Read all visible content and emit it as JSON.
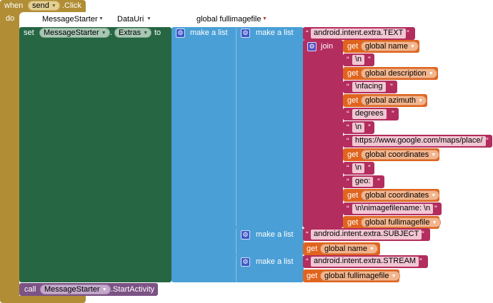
{
  "event": {
    "when_label": "when",
    "component": "send",
    "event_name": ".Click",
    "do_label": "do"
  },
  "header_row": {
    "col1": "MessageStarter",
    "col2": "DataUri",
    "col3": "global fullimagefile"
  },
  "set_block": {
    "set_label": "set",
    "component": "MessageStarter",
    "dot": ".",
    "property": "Extras",
    "to_label": "to"
  },
  "outer_list": {
    "label": "make a list"
  },
  "list1": {
    "label": "make a list",
    "key": "android.intent.extra.TEXT",
    "join_label": "join",
    "items": [
      {
        "kind": "get",
        "get_label": "get",
        "var": "global name"
      },
      {
        "kind": "text",
        "value": "\\n"
      },
      {
        "kind": "get",
        "get_label": "get",
        "var": "global description"
      },
      {
        "kind": "text",
        "value": "\\nfacing"
      },
      {
        "kind": "get",
        "get_label": "get",
        "var": "global azimuth"
      },
      {
        "kind": "text",
        "value": "degrees"
      },
      {
        "kind": "text",
        "value": "\\n"
      },
      {
        "kind": "text",
        "value": "https://www.google.com/maps/place/"
      },
      {
        "kind": "get",
        "get_label": "get",
        "var": "global coordinates"
      },
      {
        "kind": "text",
        "value": "\\n"
      },
      {
        "kind": "text",
        "value": "geo:"
      },
      {
        "kind": "get",
        "get_label": "get",
        "var": "global coordinates"
      },
      {
        "kind": "text",
        "value": "\\n\\nimagefilename: \\n"
      },
      {
        "kind": "get",
        "get_label": "get",
        "var": "global fullimagefile"
      }
    ]
  },
  "list2": {
    "label": "make a list",
    "key": "android.intent.extra.SUBJECT",
    "get_label": "get",
    "var": "global name"
  },
  "list3": {
    "label": "make a list",
    "key": "android.intent.extra.STREAM",
    "get_label": "get",
    "var": "global fullimagefile"
  },
  "call_block": {
    "call_label": "call",
    "component": "MessageStarter",
    "method": ".StartActivity"
  },
  "colors": {
    "event": "#b18e35",
    "setter": "#266643",
    "list": "#4a9fd6",
    "text": "#b32d5e",
    "getter": "#e1641e",
    "call": "#7c5385"
  }
}
